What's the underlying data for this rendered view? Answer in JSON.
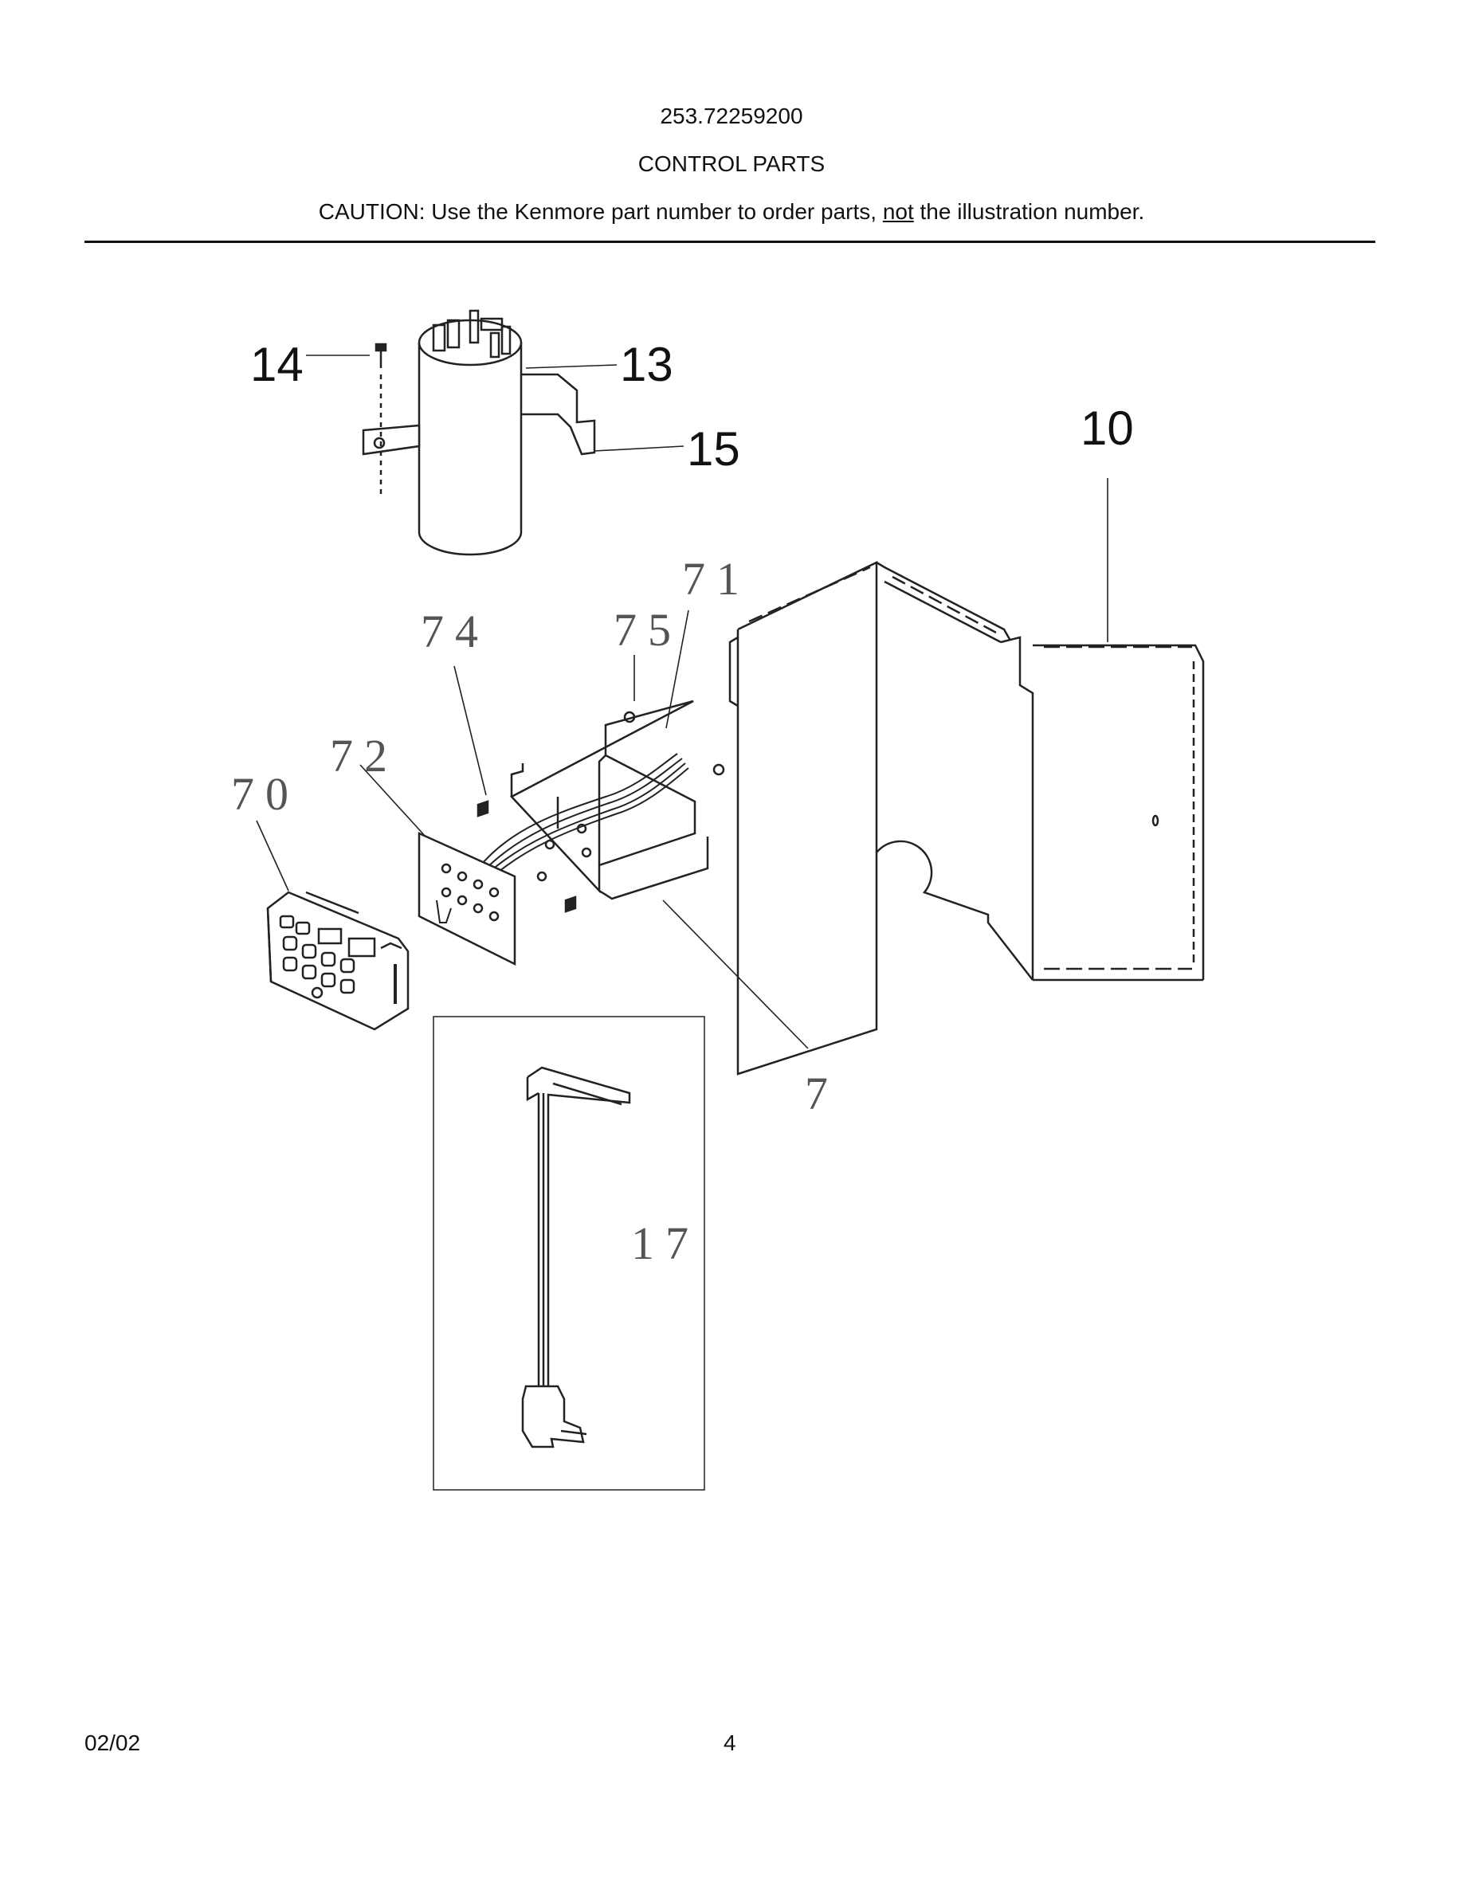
{
  "header": {
    "model_number": "253.72259200",
    "section_title": "CONTROL PARTS",
    "caution_before": "CAUTION: Use the Kenmore part number to order parts, ",
    "caution_underlined": "not",
    "caution_after": " the illustration number."
  },
  "callouts": {
    "c14": "14",
    "c13": "13",
    "c15": "15",
    "c10": "10",
    "c71": "71",
    "c74": "74",
    "c75": "75",
    "c72": "72",
    "c70": "70",
    "c7": "7",
    "c17": "17"
  },
  "parts": {
    "capacitor": "capacitor",
    "screw": "screw",
    "clamp": "clamp",
    "control_box": "control-box",
    "circuit_board": "circuit-board",
    "control_panel": "control-panel",
    "cabinet_panel": "cabinet-panel",
    "power_cord": "power-cord"
  },
  "footer": {
    "date": "02/02",
    "page_number": "4"
  }
}
